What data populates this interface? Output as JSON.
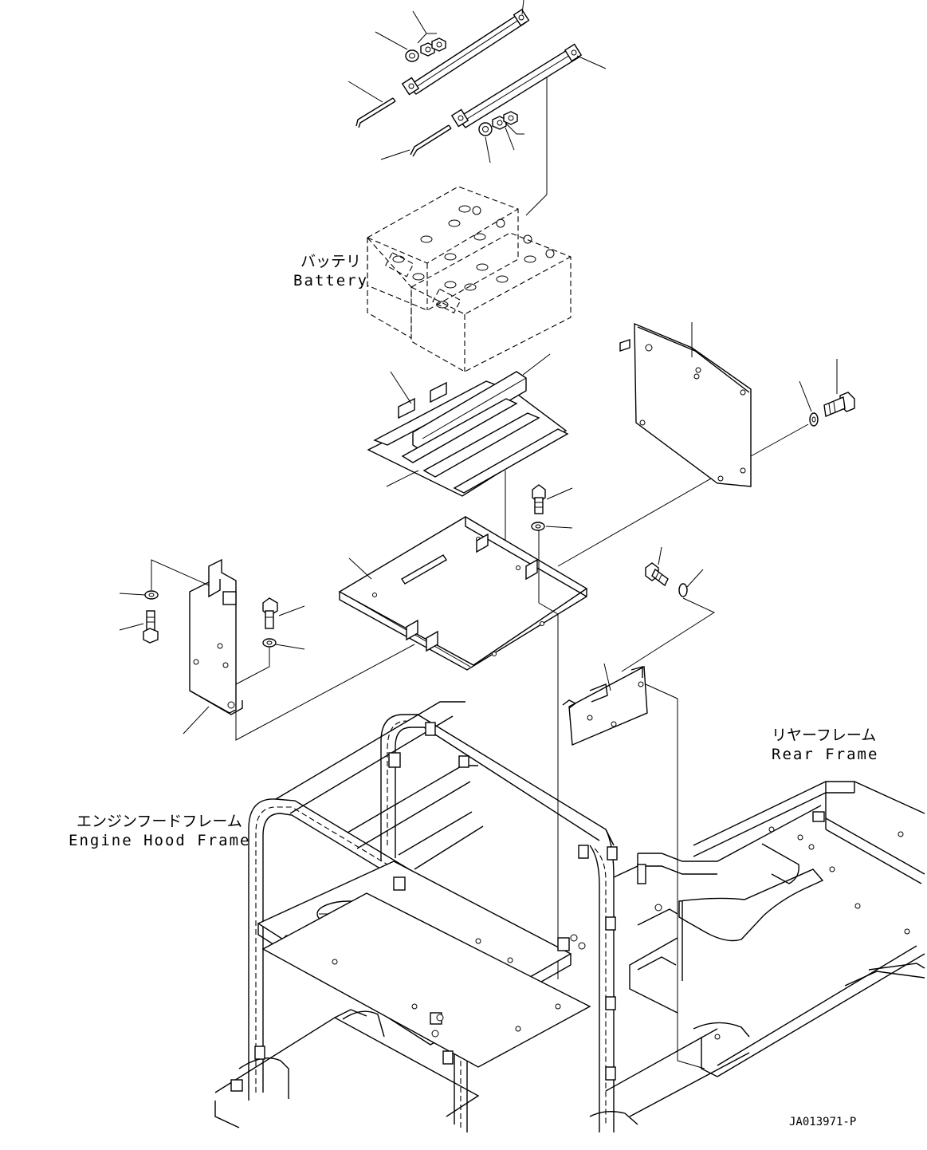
{
  "labels": {
    "battery_jp": "バッテリ",
    "battery_en": "Battery",
    "rear_frame_jp": "リヤーフレーム",
    "rear_frame_en": "Rear Frame",
    "engine_hood_frame_jp": "エンジンフードフレーム",
    "engine_hood_frame_en": "Engine Hood Frame",
    "drawing_number": "JA013971-P"
  },
  "colors": {
    "line": "#000000",
    "background": "#ffffff"
  }
}
